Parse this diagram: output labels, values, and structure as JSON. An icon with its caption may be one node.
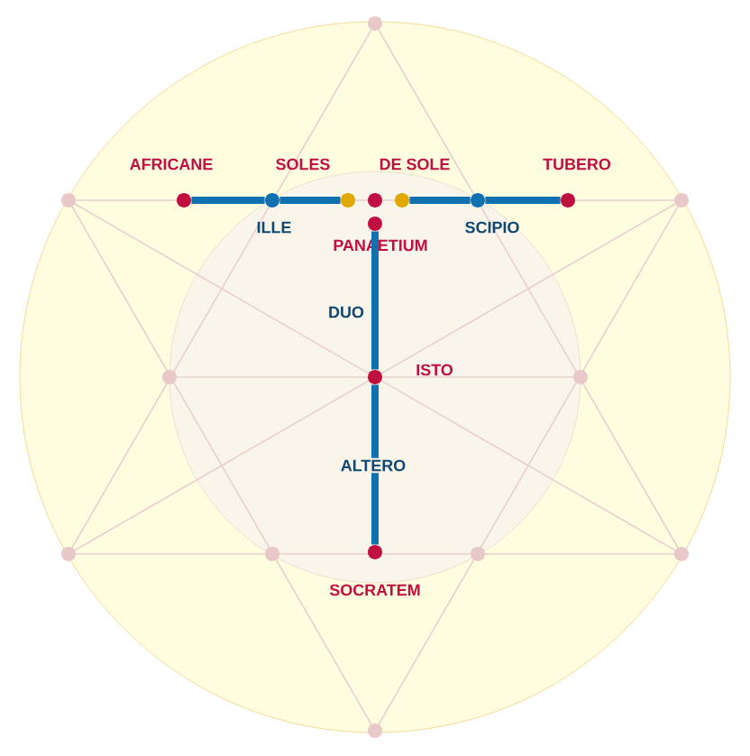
{
  "diagram": {
    "nodes": [
      {
        "text": [
          "AFRICANE"
        ]
      },
      {
        "text": [
          "ILLE"
        ]
      },
      {
        "text": [
          "SOLES"
        ]
      },
      {
        "text": [],
        "shape": "circle"
      },
      {
        "text": [
          "DE SOLE"
        ]
      },
      {
        "text": [
          "SCIPIO"
        ]
      },
      {
        "text": [
          "TUBERO"
        ]
      },
      {
        "text": [
          "PANAETIUM"
        ]
      },
      {
        "text": [
          "ISTO"
        ]
      },
      {
        "text": [
          "SOCRATEM"
        ]
      }
    ],
    "edges": [
      {
        "from": 0,
        "to": 1,
        "arrow": "none"
      },
      {
        "from": 1,
        "to": 2,
        "arrow": "none"
      },
      {
        "from": 4,
        "to": 5,
        "arrow": "none"
      },
      {
        "from": 5,
        "to": 6,
        "arrow": "none"
      },
      {
        "from": 7,
        "to": 8,
        "arrow": "none",
        "label": "DUO"
      },
      {
        "from": 8,
        "to": 9,
        "arrow": "none",
        "label": "ALTERO"
      }
    ]
  }
}
